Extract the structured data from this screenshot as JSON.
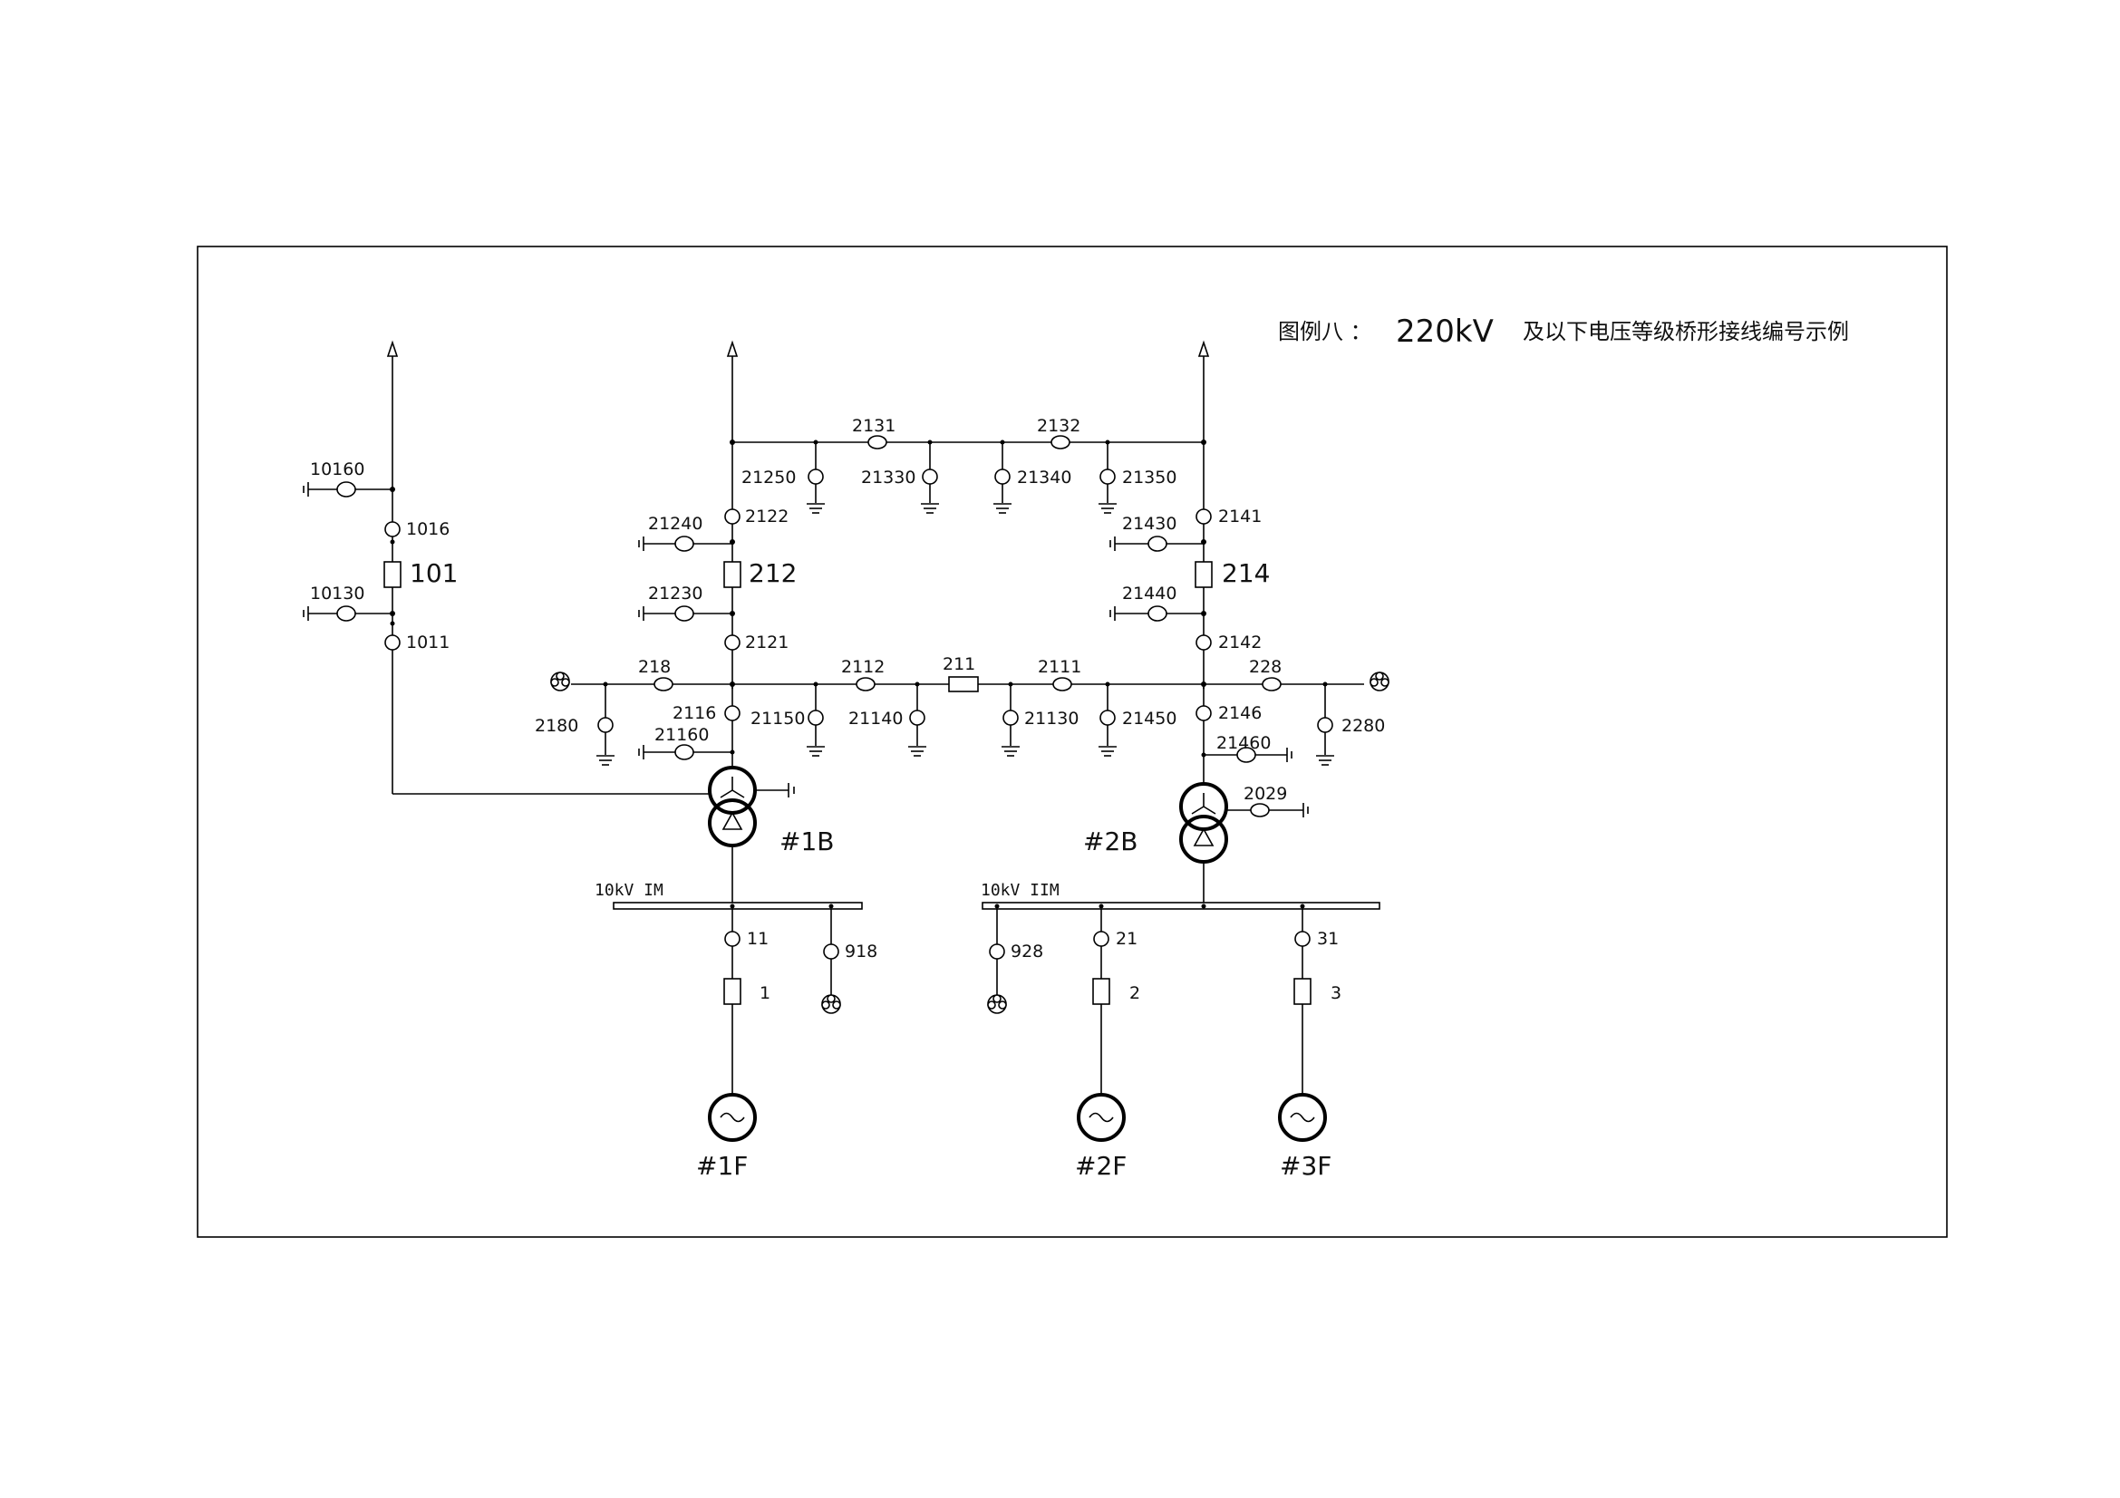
{
  "title": {
    "prefix": "图例八 ：",
    "voltage": "220kV",
    "suffix": "及以下电压等级桥形接线编号示例"
  },
  "disconnectors": {
    "d10160": "10160",
    "d1016": "1016",
    "d10130": "10130",
    "d1011": "1011",
    "d2131": "2131",
    "d2132": "2132",
    "d21250": "21250",
    "d21330": "21330",
    "d21340": "21340",
    "d21350": "21350",
    "d2122": "2122",
    "d21240": "21240",
    "d21230": "21230",
    "d2121": "2121",
    "d2141": "2141",
    "d21430": "21430",
    "d21440": "21440",
    "d2142": "2142",
    "d218": "218",
    "d2112": "2112",
    "d2111": "2111",
    "d228": "228",
    "d2180": "2180",
    "d2116": "2116",
    "d21150": "21150",
    "d21140": "21140",
    "d21130": "21130",
    "d21450": "21450",
    "d2146": "2146",
    "d2280": "2280",
    "d21160": "21160",
    "d21460": "21460",
    "d2029": "2029",
    "d11": "11",
    "d918": "918",
    "d928": "928",
    "d21": "21",
    "d31": "31"
  },
  "breakers": {
    "b101": "101",
    "b212": "212",
    "b214": "214",
    "b211": "211",
    "b1": "1",
    "b2": "2",
    "b3": "3"
  },
  "transformers": {
    "t1": "#1B",
    "t2": "#2B"
  },
  "generators": {
    "g1": "#1F",
    "g2": "#2F",
    "g3": "#3F"
  },
  "buses": {
    "bus1": "10kV  IM",
    "bus2": "10kV  IIM"
  }
}
